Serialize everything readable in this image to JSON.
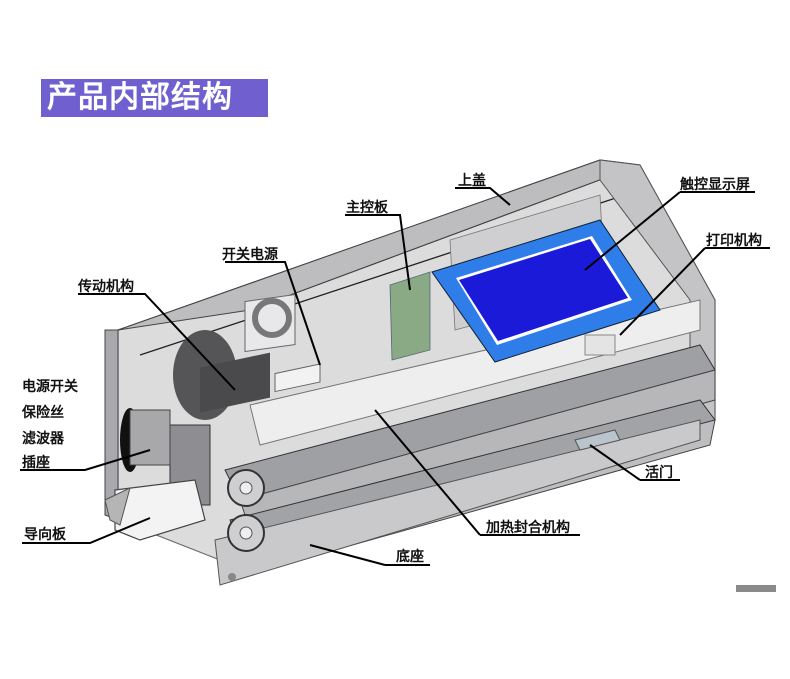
{
  "title": "产品内部结构",
  "colors": {
    "title_bg": "#6f5fcf",
    "screen_bezel": "#2f7de8",
    "screen_panel": "#1a1ad8",
    "pcb": "#8aaa85",
    "housing": "#c8c8ca",
    "housing_dark": "#9a9a9e"
  },
  "labels": {
    "top_cover": "上盖",
    "touch_screen": "触控显示屏",
    "main_board": "主控板",
    "switching_power": "开关电源",
    "print_mechanism": "打印机构",
    "drive_mechanism": "传动机构",
    "power_switch": "电源开关",
    "fuse": "保险丝",
    "filter": "滤波器",
    "socket": "插座",
    "guide_plate": "导向板",
    "access_door": "活门",
    "heat_seal_mechanism": "加热封合机构",
    "base": "底座"
  }
}
